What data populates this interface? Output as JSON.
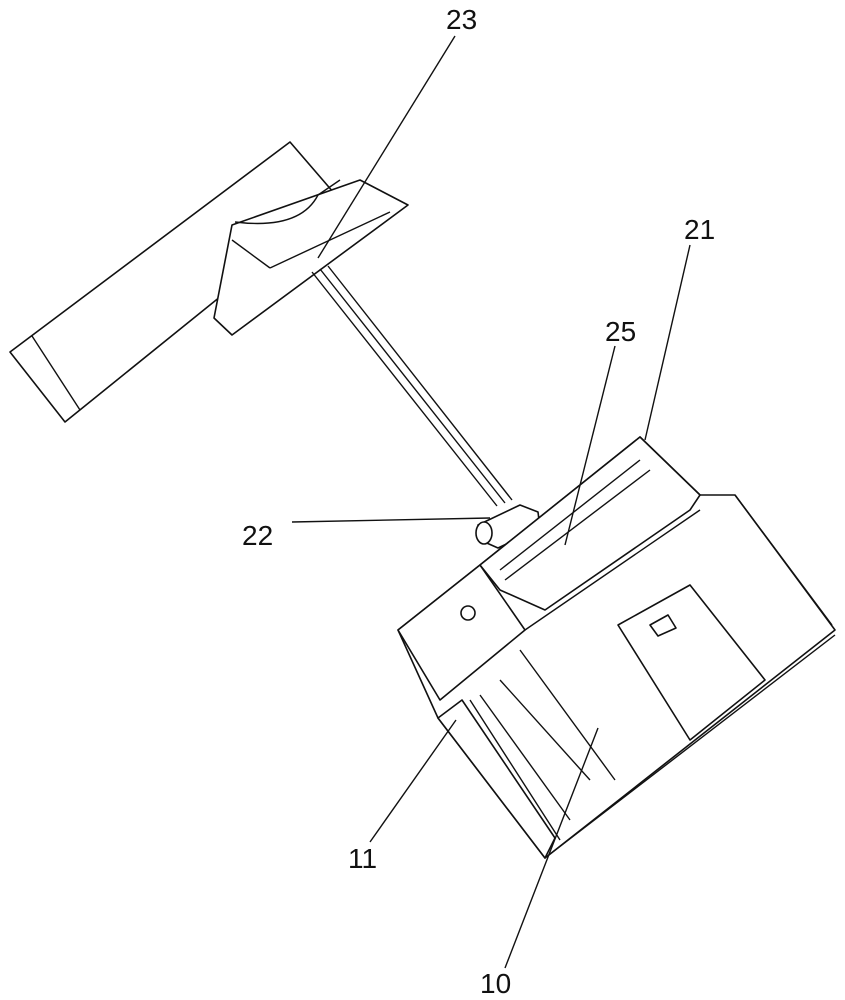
{
  "labels": {
    "l23": "23",
    "l21": "21",
    "l25": "25",
    "l22": "22",
    "l11": "11",
    "l10": "10"
  }
}
